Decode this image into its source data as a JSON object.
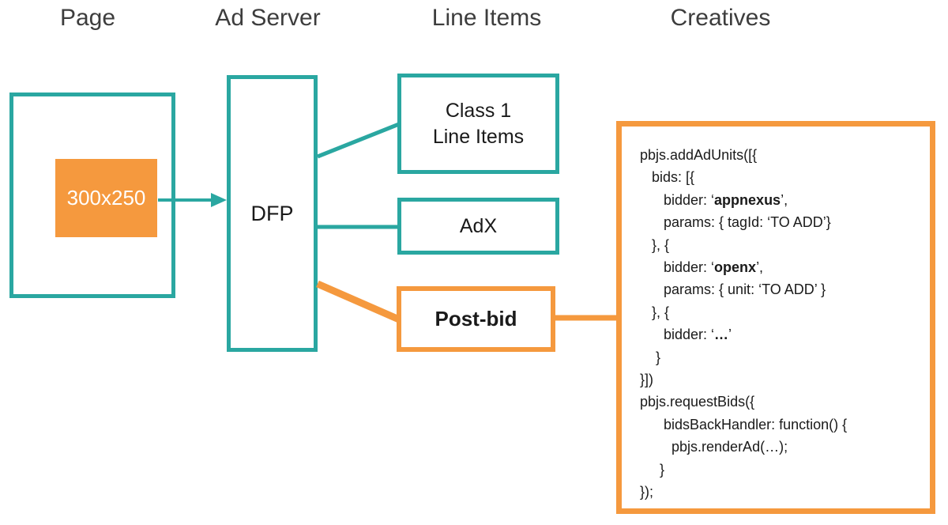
{
  "headers": {
    "page": "Page",
    "ad_server": "Ad Server",
    "line_items": "Line Items",
    "creatives": "Creatives"
  },
  "colors": {
    "teal": "#2AA7A1",
    "orange": "#F5993E"
  },
  "nodes": {
    "ad_slot": "300x250",
    "dfp": "DFP",
    "class1": "Class 1\nLine Items",
    "adx": "AdX",
    "postbid": "Post-bid"
  },
  "code_lines": [
    [
      {
        "t": "pbjs.addAdUnits([{"
      }
    ],
    [
      {
        "t": "   bids: [{"
      }
    ],
    [
      {
        "t": "      bidder: ‘"
      },
      {
        "t": "appnexus",
        "b": true
      },
      {
        "t": "’,"
      }
    ],
    [
      {
        "t": "      params: { tagId: ‘TO ADD’}"
      }
    ],
    [
      {
        "t": "   }, {"
      }
    ],
    [
      {
        "t": "      bidder: ‘"
      },
      {
        "t": "openx",
        "b": true
      },
      {
        "t": "’,"
      }
    ],
    [
      {
        "t": "      params: { unit: ‘TO ADD’ }"
      }
    ],
    [
      {
        "t": "   }, {"
      }
    ],
    [
      {
        "t": "      bidder: ‘"
      },
      {
        "t": "…",
        "b": true
      },
      {
        "t": "’"
      }
    ],
    [
      {
        "t": "    }"
      }
    ],
    [
      {
        "t": "}])"
      }
    ],
    [
      {
        "t": "pbjs.requestBids({"
      }
    ],
    [
      {
        "t": "      bidsBackHandler: function() {"
      }
    ],
    [
      {
        "t": "        pbjs.renderAd(…);"
      }
    ],
    [
      {
        "t": "     }"
      }
    ],
    [
      {
        "t": "});"
      }
    ]
  ]
}
